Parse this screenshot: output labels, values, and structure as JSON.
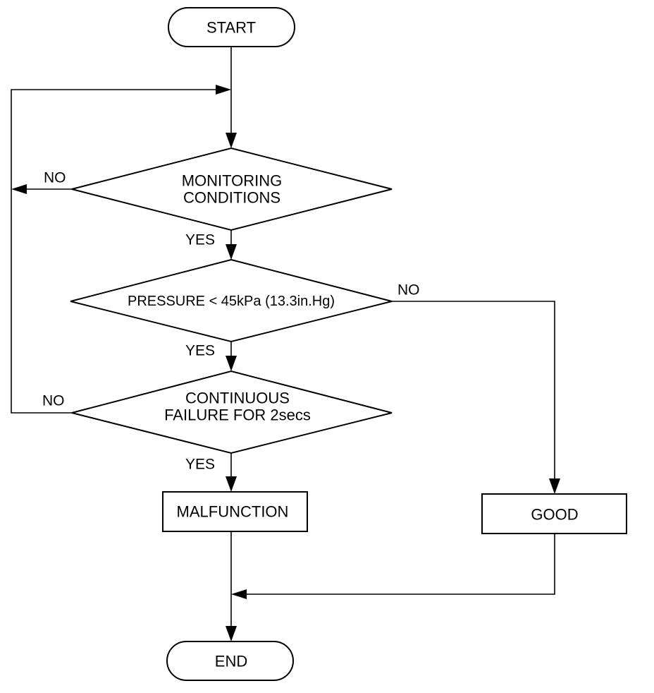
{
  "nodes": {
    "start": "START",
    "monitoring": [
      "MONITORING",
      "CONDITIONS"
    ],
    "pressure": "PRESSURE < 45kPa (13.3in.Hg)",
    "continuous": [
      "CONTINUOUS",
      "FAILURE FOR 2secs"
    ],
    "malfunction": "MALFUNCTION",
    "good": "GOOD",
    "end": "END"
  },
  "edge_labels": {
    "monitoring_no": "NO",
    "monitoring_yes": "YES",
    "pressure_no": "NO",
    "pressure_yes": "YES",
    "continuous_no": "NO",
    "continuous_yes": "YES"
  }
}
